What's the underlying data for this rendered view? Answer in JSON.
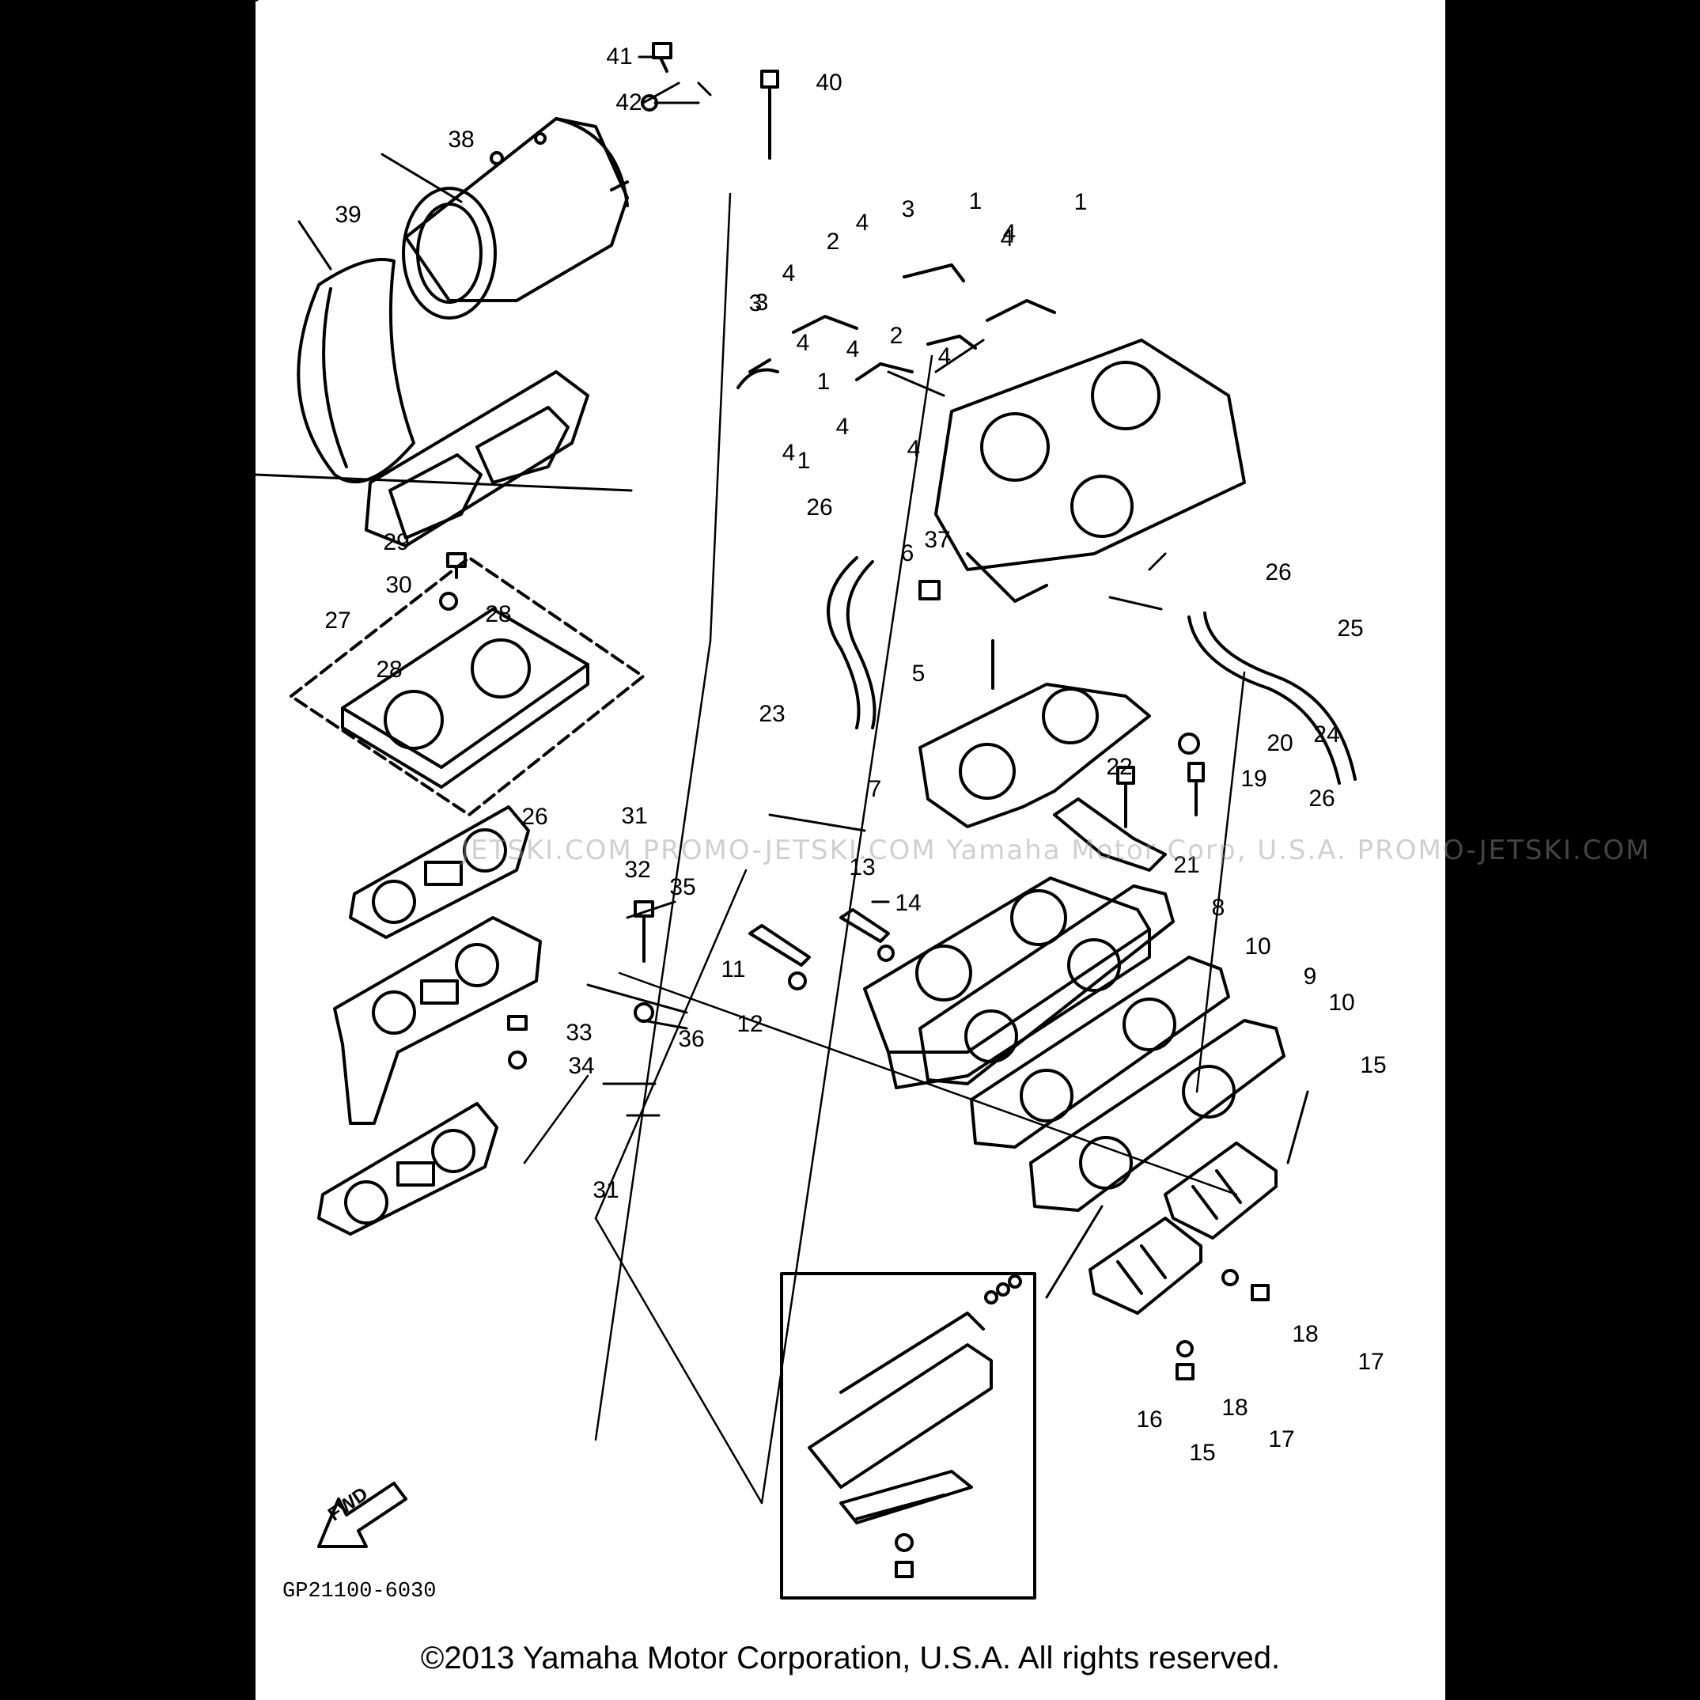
{
  "callouts": [
    "41",
    "40",
    "42",
    "38",
    "39",
    "3",
    "1",
    "4",
    "2",
    "4",
    "3",
    "4",
    "1",
    "4",
    "3",
    "4",
    "2",
    "4",
    "4",
    "1",
    "4",
    "4",
    "1",
    "4",
    "37",
    "26",
    "29",
    "30",
    "28",
    "27",
    "28",
    "6",
    "26",
    "25",
    "5",
    "23",
    "24",
    "20",
    "26",
    "7",
    "22",
    "19",
    "26",
    "31",
    "21",
    "32",
    "35",
    "13",
    "14",
    "8",
    "10",
    "11",
    "12",
    "9",
    "10",
    "33",
    "36",
    "34",
    "15",
    "31",
    "18",
    "17",
    "16",
    "15",
    "18",
    "17"
  ],
  "diagram_code": "GP21100-6030",
  "direction_marker": "FWD",
  "watermark": "JETSKI.COM   PROMO-JETSKI.COM   Yamaha Motor Corp, U.S.A.   PROMO-JETSKI.COM",
  "copyright": "©2013 Yamaha Motor Corporation, U.S.A. All rights reserved."
}
